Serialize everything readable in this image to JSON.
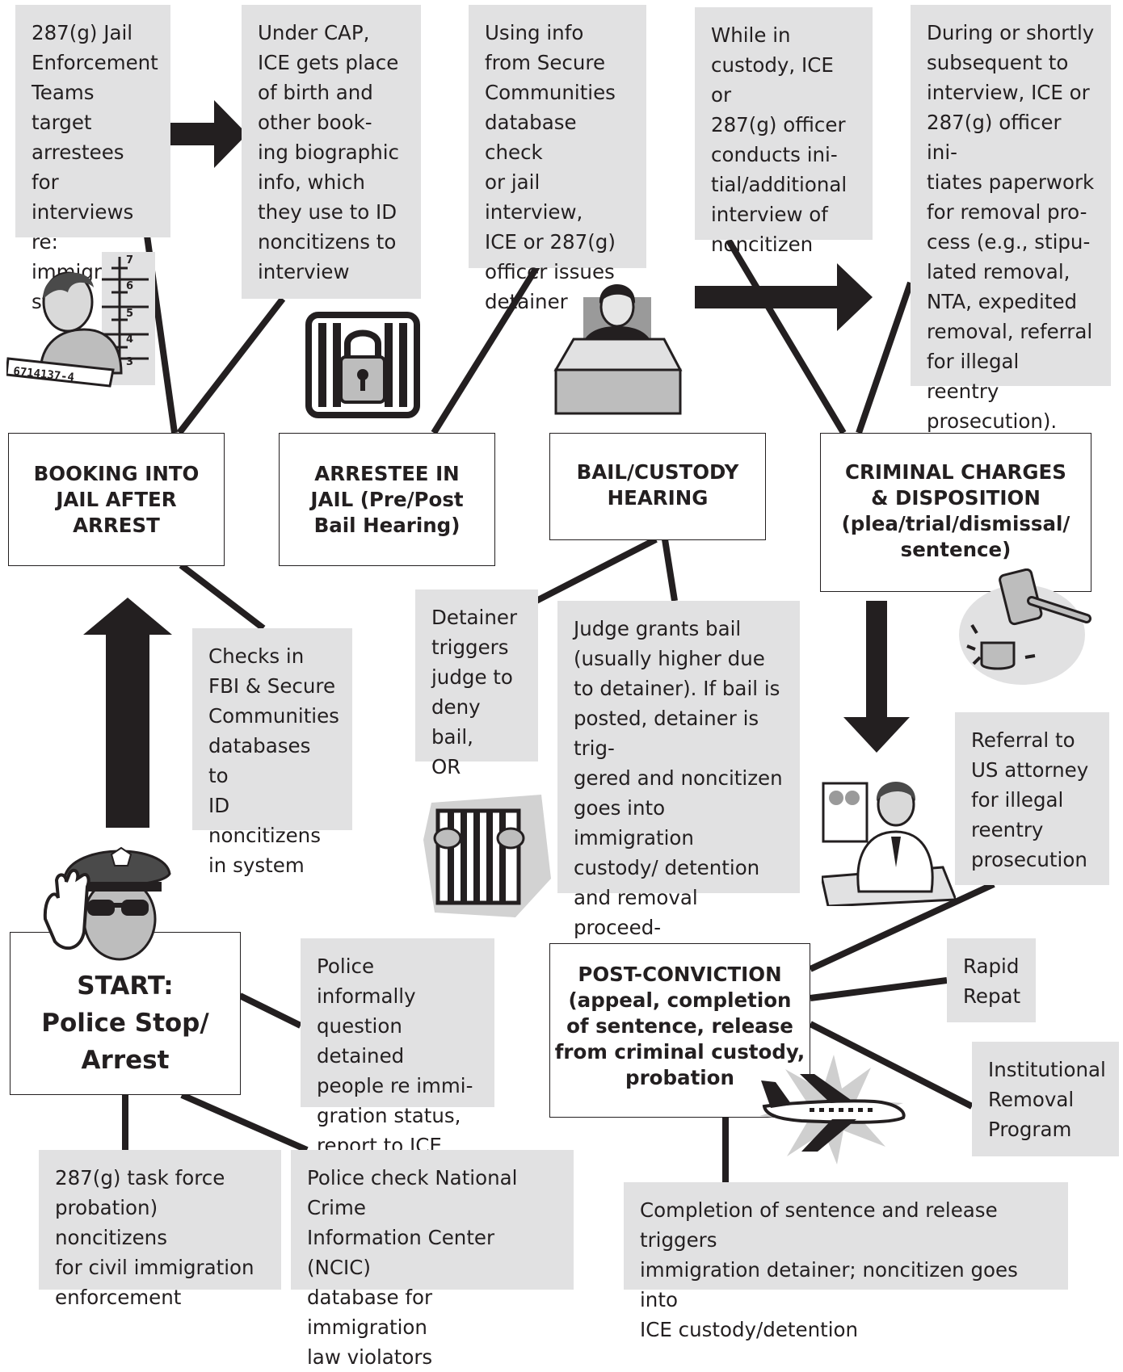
{
  "colors": {
    "note_fill": "#e1e1e2",
    "ink": "#231f20",
    "box_fill": "#ffffff"
  },
  "stages": {
    "start": "START:\nPolice Stop/\nArrest",
    "booking": "BOOKING INTO\nJAIL AFTER\nARREST",
    "arrestee": "ARRESTEE IN\nJAIL (Pre/Post\nBail Hearing)",
    "bail": "BAIL/CUSTODY\nHEARING",
    "criminal": "CRIMINAL CHARGES\n& DISPOSITION\n(plea/trial/dismissal/\nsentence)",
    "postconviction": "POST-CONVICTION\n(appeal, completion\nof sentence, release\nfrom criminal custody,\nprobation"
  },
  "notes": {
    "jail_teams": "287(g) Jail\nEnforcement\nTeams target\narrestees for\ninterviews re:\nimmigration\nstatus",
    "cap": "Under CAP,\nICE gets place\nof birth and\nother book-\ning biographic\ninfo, which\nthey use to ID\nnoncitizens to\ninterview",
    "secure_comm": "Using info\nfrom Secure\nCommunities\ndatabase check\nor jail interview,\nICE or 287(g)\nofficer issues\ndetainer",
    "custody_interview": "While in\ncustody, ICE or\n287(g) officer\nconducts ini-\ntial/additional\ninterview of\nnoncitizen",
    "paperwork": "During or shortly\nsubsequent to\ninterview, ICE or\n287(g) officer ini-\ntiates paperwork\nfor removal pro-\ncess (e.g., stipu-\nlated removal,\nNTA, expedited\nremoval, referral\nfor illegal reentry\nprosecution).",
    "fbi_checks": "Checks in\nFBI & Secure\nCommunities\ndatabases to\nID noncitizens\nin system",
    "detainer_deny": "Detainer\ntriggers\njudge to\ndeny bail,\nOR",
    "judge_grants": "Judge grants bail\n(usually higher due\nto detainer). If bail is\nposted, detainer is trig-\ngered and noncitizen\ngoes into immigration\ncustody/ detention\nand removal proceed-\nings are initiated.",
    "referral": "Referral to\nUS attorney\nfor illegal\nreentry\nprosecution",
    "rapid_repat": "Rapid\nRepat",
    "institutional": "Institutional\nRemoval\nProgram",
    "police_question": "Police informally\nquestion detained\npeople re immi-\ngration status,\nreport to ICE",
    "task_force": "287(g) task force\nprobation) noncitizens\nfor civil immigration\nenforcement",
    "ncic": "Police check National Crime\nInformation Center (NCIC)\ndatabase for immigration\nlaw violators",
    "completion": "Completion of sentence and release triggers\nimmigration detainer; noncitizen goes into\nICE custody/detention"
  },
  "illustrations": {
    "mugshot_board": "6714137-4",
    "height_marks": [
      "7",
      "6",
      "5",
      "4",
      "3"
    ]
  },
  "icons": [
    "mugshot-icon",
    "jail-lock-icon",
    "judge-icon",
    "gavel-icon",
    "hands-bars-icon",
    "attorney-icon",
    "police-officer-icon",
    "airplane-icon"
  ]
}
